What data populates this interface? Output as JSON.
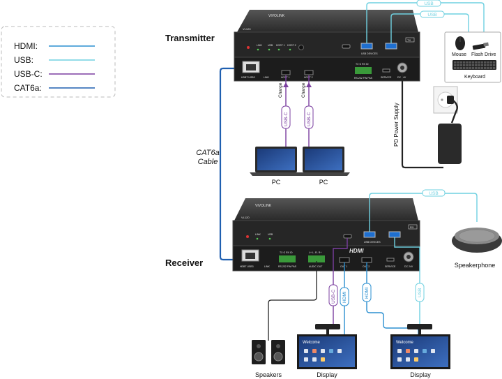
{
  "legend": {
    "items": [
      {
        "label": "HDMI:",
        "color": "#2a8fd0"
      },
      {
        "label": "USB:",
        "color": "#6fd0e0"
      },
      {
        "label": "USB-C:",
        "color": "#7b3fa0"
      },
      {
        "label": "CAT6a:",
        "color": "#1f5fb0"
      }
    ]
  },
  "headings": {
    "transmitter": "Transmitter",
    "receiver": "Receiver"
  },
  "cable_label": {
    "line1": "CAT6a",
    "line2": "Cable"
  },
  "devices": {
    "pc_left": "PC",
    "pc_right": "PC",
    "mouse": "Mouse",
    "flash_drive": "Flash Drive",
    "keyboard": "Keyboard",
    "speakerphone": "Speakerphone",
    "speakers": "Speakers",
    "display_left": "Display",
    "display_right": "Display",
    "display_screen_text": "Welcome"
  },
  "cable_tags": {
    "usb_top_1": "USB",
    "usb_top_2": "USB",
    "usb_rx_top": "USB",
    "usb_c_left": "USB-C",
    "usb_c_right": "USB-C",
    "charge_left": "Charge",
    "charge_right": "Charge",
    "pd_power": "PD Power Supply",
    "usb_c_rx": "USB-C",
    "hdmi_rx_1": "HDMI",
    "hdmi_rx_2": "HDMI",
    "usb_rx_bottom": "USB"
  },
  "tx_panel": {
    "brand": "VIVOLINK",
    "model": "VL120",
    "top_labels": [
      "LINK",
      "USB",
      "HOST 1",
      "HOST 2"
    ],
    "ports_top": [
      "USB DEVICES",
      "TX"
    ],
    "ports_bottom": [
      "HDBT USB3",
      "LINK",
      "HOST 1",
      "HOST 2",
      "RS-232 FW PAS",
      "SERVICE",
      "DC 24V"
    ],
    "rs232_pins": "TX G RX ID"
  },
  "rx_panel": {
    "brand": "VIVOLINK",
    "model": "VL120",
    "top_labels": [
      "LINK",
      "USB"
    ],
    "ports_top": [
      "USB DEVICES",
      "RX"
    ],
    "ports_bottom": [
      "HDBT USB3",
      "LINK",
      "RS-232 FW PAS",
      "AUDIO OUT",
      "OUT 1",
      "OUT 2",
      "SERVICE",
      "DC 24V"
    ],
    "rs232_pins": "TX G RX ID",
    "audio_pins": "L+ L- R- R+",
    "hdmi_logo": "HDMI"
  },
  "colors": {
    "hdmi": "#2a8fd0",
    "usb": "#6fd0e0",
    "usbc": "#7b3fa0",
    "cat6a": "#1f5fb0",
    "device": "#2b2b2b",
    "panel": "#1e1e1e"
  }
}
